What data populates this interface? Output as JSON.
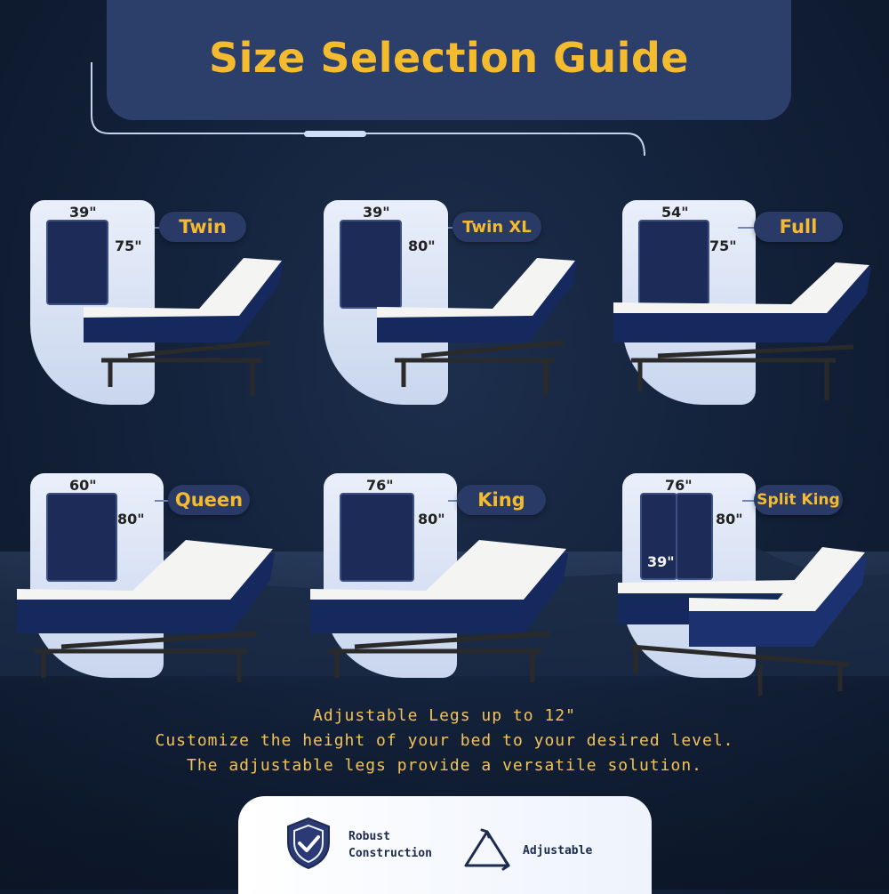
{
  "header": {
    "title": "Size Selection Guide"
  },
  "sizes": [
    {
      "name": "Twin",
      "width": "39\"",
      "length": "75\""
    },
    {
      "name": "Twin XL",
      "width": "39\"",
      "length": "80\""
    },
    {
      "name": "Full",
      "width": "54\"",
      "length": "75\""
    },
    {
      "name": "Queen",
      "width": "60\"",
      "length": "80\""
    },
    {
      "name": "King",
      "width": "76\"",
      "length": "80\""
    },
    {
      "name": "Split King",
      "width": "76\"",
      "length": "80\"",
      "half_width": "39\""
    }
  ],
  "legs": {
    "line1": "Adjustable Legs up to 12\"",
    "line2": "Customize the height of your bed to your desired level.",
    "line3": "The adjustable legs provide a versatile solution."
  },
  "features": {
    "robust_line1": "Robust",
    "robust_line2": "Construction",
    "adjustable": "Adjustable"
  },
  "colors": {
    "accent": "#f5bb2e",
    "header_bg": "#2c3f6b",
    "pill_bg": "#2a3a66",
    "background": "#122038"
  },
  "icons": [
    "shield-check-icon",
    "adjust-arrows-icon"
  ]
}
